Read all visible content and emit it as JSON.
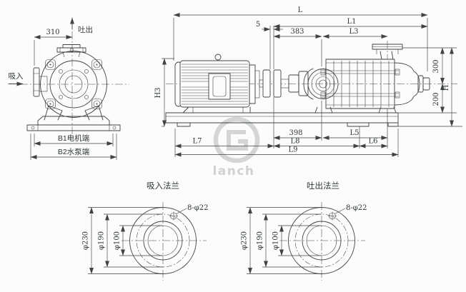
{
  "front_view": {
    "dim_310": "310",
    "discharge_label": "吐出",
    "suction_label": "吸入",
    "dim_b1": "B1电机端",
    "dim_b2": "B2水泵端"
  },
  "side_view": {
    "dim_L": "L",
    "dim_L1": "L1",
    "dim_5": "5",
    "dim_383": "383",
    "dim_L3": "L3",
    "dim_H3": "H3",
    "dim_300": "300",
    "dim_H": "H",
    "dim_200": "200",
    "dim_398": "398",
    "dim_L5": "L5",
    "dim_L7": "L7",
    "dim_L8": "L8",
    "dim_L6": "L6",
    "dim_L9": "L9"
  },
  "suction_flange": {
    "title": "吸入法兰",
    "bolt_note": "8-φ22",
    "dim_outer": "φ230",
    "dim_bolt_circle": "φ190",
    "dim_bore": "φ100"
  },
  "discharge_flange": {
    "title": "吐出法兰",
    "bolt_note": "8-φ22",
    "dim_outer": "φ230",
    "dim_bolt_circle": "φ190",
    "dim_bore": "φ100"
  },
  "watermark": {
    "text": "lanch"
  },
  "colors": {
    "line": "#3f4442",
    "text": "#2f3836",
    "background": "#fcfcfa",
    "watermark": "#b8bcba"
  }
}
